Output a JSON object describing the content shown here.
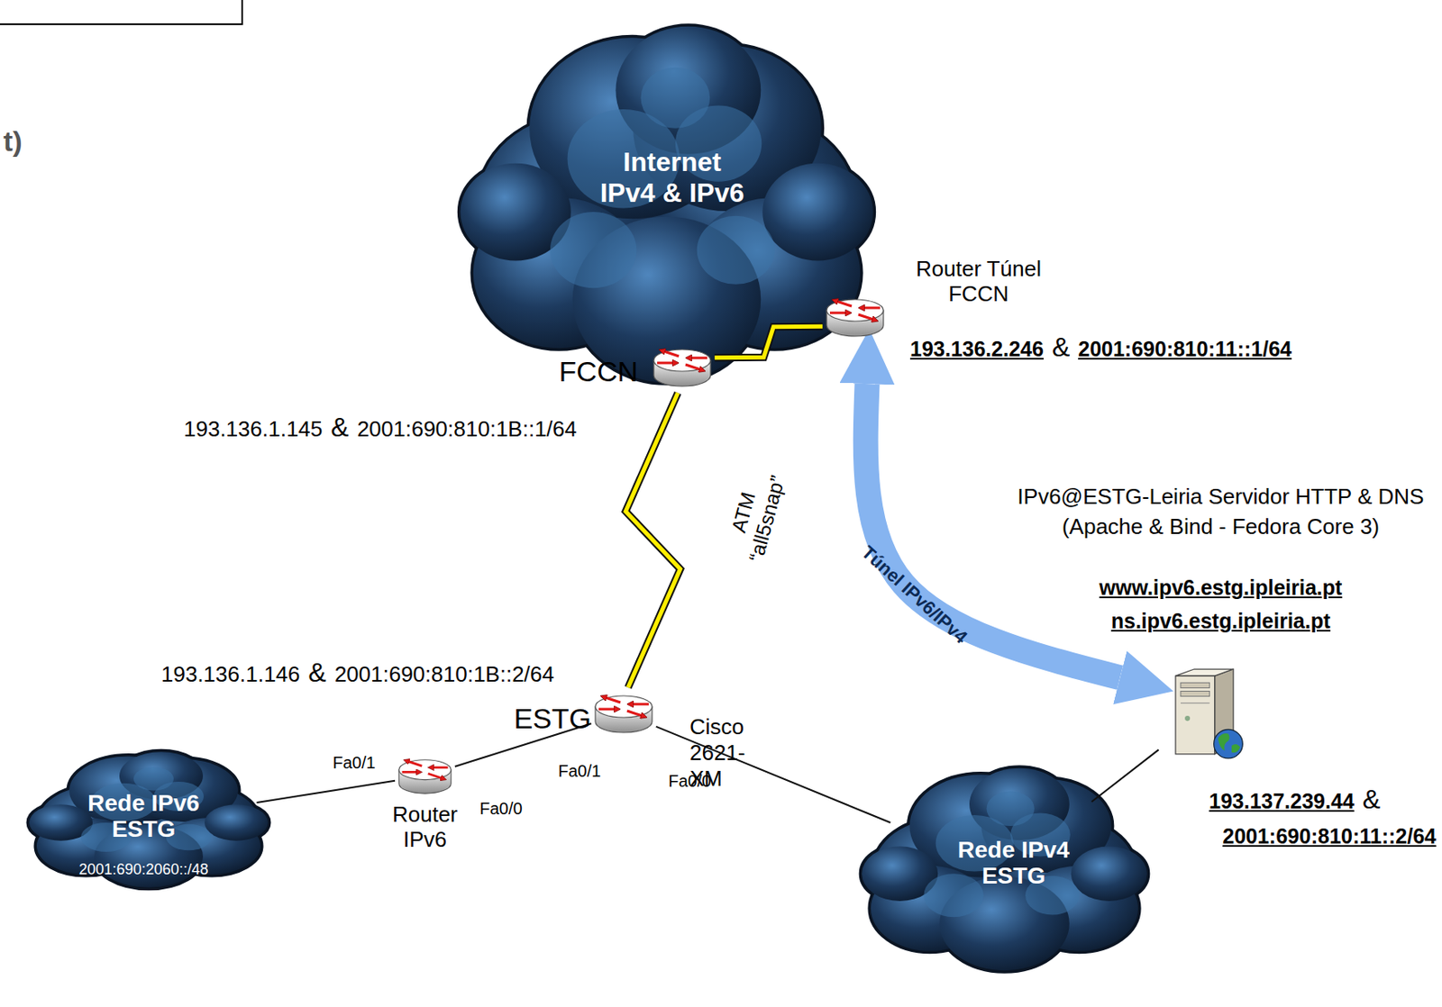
{
  "diagram": {
    "nodes": [
      {
        "text": [
          "Internet IPv4 & IPv6"
        ]
      },
      {
        "text": [
          "Router Túnel FCCN",
          "193.136.2.246",
          "&",
          "2001:690:810:11::1/64"
        ]
      },
      {
        "text": [
          "FCCN",
          "193.136.1.145",
          "&",
          "2001:690:810:1B::1/64"
        ]
      },
      {
        "text": [
          "ESTG",
          "Cisco 2621-XM",
          "193.136.1.146",
          "&",
          "2001:690:810:1B::2/64"
        ]
      },
      {
        "text": [
          "Router IPv6"
        ]
      },
      {
        "text": [
          "Rede IPv6 ESTG",
          "2001:690:2060::/48"
        ]
      },
      {
        "text": [
          "Rede IPv4 ESTG"
        ]
      },
      {
        "text": [
          "IPv6@ESTG-Leiria Servidor HTTP & DNS (Apache & Bind - Fedora Core 3)",
          "www.ipv6.estg.ipleiria.pt",
          "ns.ipv6.estg.ipleiria.pt",
          "193.137.239.44",
          "&",
          "2001:690:810:11::2/64"
        ]
      }
    ],
    "edges": [
      {
        "from": 2,
        "to": 1,
        "arrow": "none"
      },
      {
        "from": 2,
        "to": 3,
        "arrow": "none",
        "label": "ATM “all5snap”"
      },
      {
        "from": 3,
        "to": 4,
        "arrow": "none"
      },
      {
        "from": 4,
        "to": 5,
        "arrow": "none"
      },
      {
        "from": 3,
        "to": 6,
        "arrow": "none"
      },
      {
        "from": 6,
        "to": 7,
        "arrow": "none"
      },
      {
        "from": 1,
        "to": 7,
        "arrow": "both",
        "label": "Túnel IPv6/IPv4"
      }
    ],
    "labels": [
      "t)",
      "Fa0/1",
      "Fa0/0",
      "Fa0/1",
      "Fa0/0"
    ]
  }
}
